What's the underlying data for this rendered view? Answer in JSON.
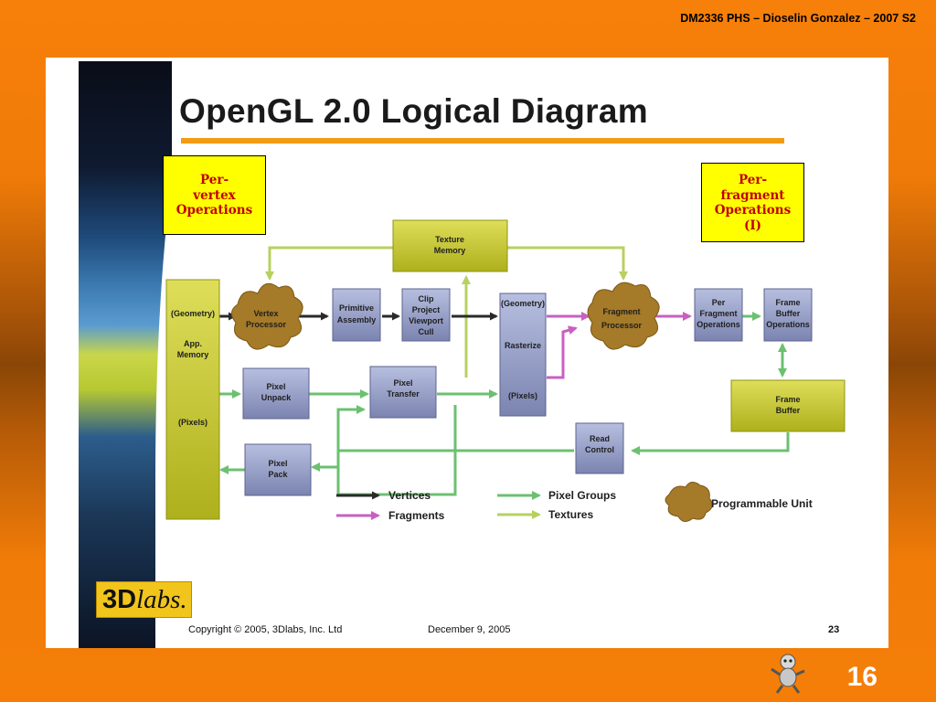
{
  "header": {
    "course_line": "DM2336 PHS – Dioselin Gonzalez – 2007 S2"
  },
  "slide_number": "16",
  "slide": {
    "title": "OpenGL 2.0 Logical Diagram",
    "callout_left": "Per-\nvertex\nOperations",
    "callout_right": "Per-\nfragment\nOperations\n(I)",
    "logo_main": "3D",
    "logo_italic": "labs.",
    "footer": {
      "copyright": "Copyright  © 2005, 3Dlabs, Inc. Ltd",
      "date": "December 9, 2005",
      "page": "23"
    }
  },
  "diagram": {
    "nodes": {
      "app_memory": [
        "(Geometry)",
        "App.",
        "Memory",
        "(Pixels)"
      ],
      "vertex_processor": [
        "Vertex",
        "Processor"
      ],
      "primitive_assembly": [
        "Primitive",
        "Assembly"
      ],
      "clip_project": [
        "Clip",
        "Project",
        "Viewport",
        "Cull"
      ],
      "texture_memory": [
        "Texture",
        "Memory"
      ],
      "rasterize": [
        "(Geometry)",
        "Rasterize",
        "(Pixels)"
      ],
      "fragment_processor": [
        "Fragment",
        "Processor"
      ],
      "per_fragment_ops": [
        "Per",
        "Fragment",
        "Operations"
      ],
      "frame_buffer_ops": [
        "Frame",
        "Buffer",
        "Operations"
      ],
      "pixel_unpack": [
        "Pixel",
        "Unpack"
      ],
      "pixel_transfer": [
        "Pixel",
        "Transfer"
      ],
      "frame_buffer": [
        "Frame",
        "Buffer"
      ],
      "read_control": [
        "Read",
        "Control"
      ],
      "pixel_pack": [
        "Pixel",
        "Pack"
      ]
    },
    "legend": {
      "vertices": "Vertices",
      "fragments": "Fragments",
      "pixel_groups": "Pixel Groups",
      "textures": "Textures",
      "programmable_unit": "Programmable Unit"
    },
    "colors": {
      "vertices": "#2a2a2a",
      "fragments": "#c860c0",
      "pixel_groups": "#6cc070",
      "textures": "#b8d060",
      "box_blue": "#8d96bf",
      "box_yellow": "#c6c832",
      "programmable": "#a57a28"
    }
  }
}
